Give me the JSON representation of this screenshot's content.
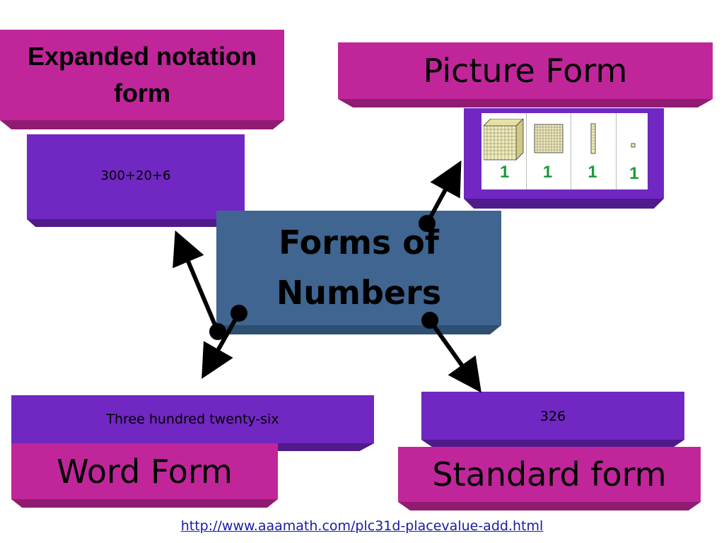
{
  "center": {
    "label": "Forms of Numbers",
    "color": "#3f6590"
  },
  "expanded": {
    "title": "Expanded notation form",
    "value": "300+20+6"
  },
  "picture": {
    "title": "Picture Form",
    "digits": [
      "1",
      "1",
      "1",
      "1"
    ]
  },
  "word": {
    "title": "Word Form",
    "value": "Three hundred twenty-six"
  },
  "standard": {
    "title": "Standard form",
    "value": "326"
  },
  "link": {
    "text": "http://www.aaamath.com/plc31d-placevalue-add.html"
  },
  "colors": {
    "magenta": "#c0269a",
    "purple": "#7127c2",
    "digit_green": "#1f9a3a"
  },
  "icons": [
    "thousand-cube-icon",
    "hundred-flat-icon",
    "ten-rod-icon",
    "one-unit-icon"
  ]
}
